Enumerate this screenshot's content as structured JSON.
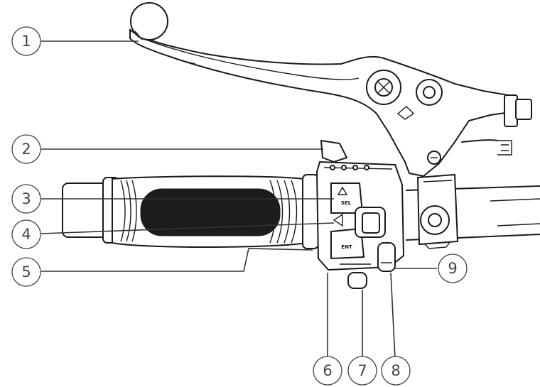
{
  "diagram": {
    "callouts": [
      {
        "label": "1"
      },
      {
        "label": "2"
      },
      {
        "label": "3"
      },
      {
        "label": "4"
      },
      {
        "label": "5"
      },
      {
        "label": "6"
      },
      {
        "label": "7"
      },
      {
        "label": "8"
      },
      {
        "label": "9"
      }
    ],
    "switch_panel": {
      "sel_label": "SEL",
      "ent_label": "ENT"
    }
  }
}
